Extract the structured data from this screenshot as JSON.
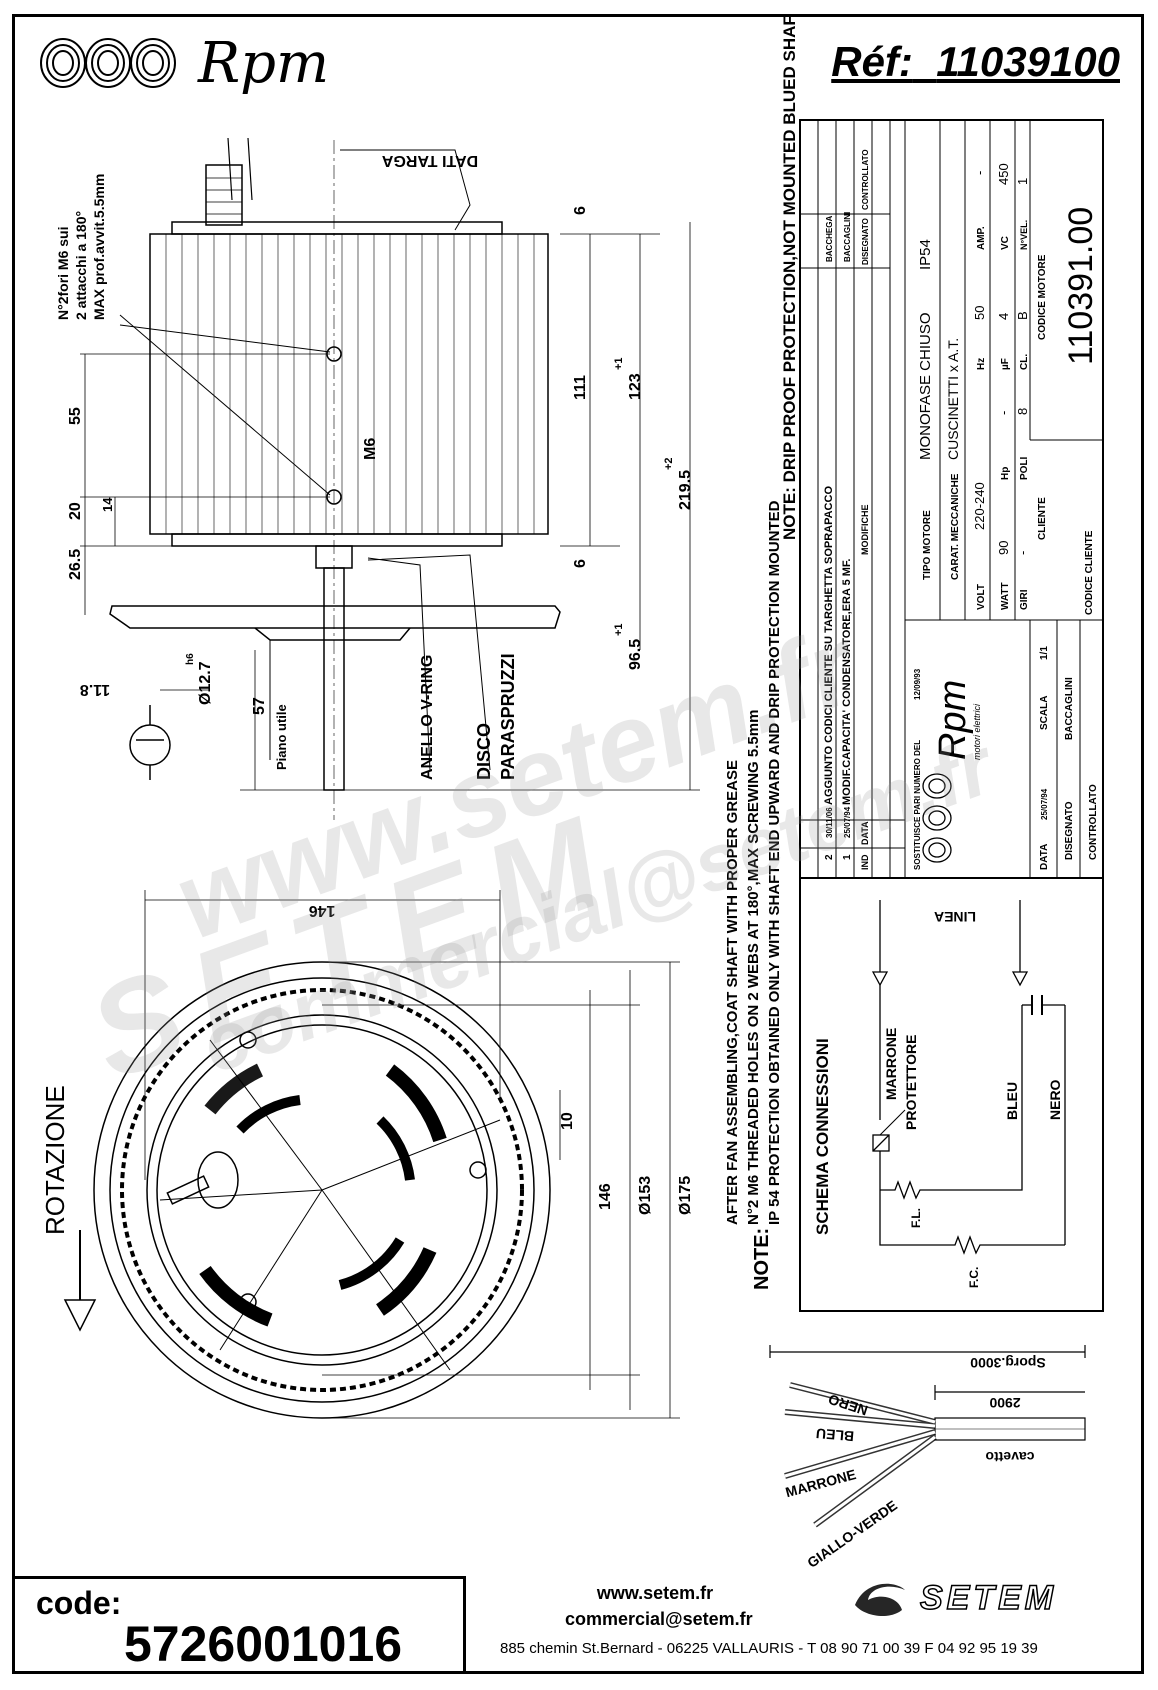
{
  "header": {
    "brand": "Rpm",
    "ref_label": "Réf:",
    "ref_value": "11039100"
  },
  "side_view": {
    "dati_targa": "DATI TARGA",
    "holes_note": [
      "N°2fori M6 sui",
      "2 attacchi a 180°",
      "MAX prof.avvit.5.5mm"
    ],
    "dims": {
      "d6_top": "6",
      "d111": "111",
      "d123": "123",
      "d123_tol": "+1",
      "d2195": "219.5",
      "d2195_tol": "+2",
      "d55": "55",
      "d20": "20",
      "d14": "14",
      "d265": "26.5",
      "d6_bot": "6",
      "m6": "M6",
      "d965": "96.5",
      "d965_tol": "+1",
      "d57": "57",
      "d118": "11.8",
      "d127": "Ø12.7",
      "h6": "h6"
    },
    "labels": {
      "piano_utile": "Piano utile",
      "anello": "ANELLO V-RING",
      "disco": "DISCO",
      "paraspruzzi": "PARASPRUZZI"
    }
  },
  "front_view": {
    "rotazione": "ROTAZIONE",
    "dims": {
      "d146_top": "146",
      "d10": "10",
      "d146": "146",
      "d153": "Ø153",
      "d175": "Ø175"
    }
  },
  "notes": {
    "note_label": "NOTE:",
    "lines": [
      "AFTER FAN ASSEMBLING,COAT SHAFT WITH PROPER GREASE",
      "N°2 M6 THREADED HOLES ON 2 WEBS AT 180°,MAX SCREWING 5.5mm",
      "IP 54 PROTECTION OBTAINED ONLY WITH SHAFT END UPWARD AND DRIP PROTECTION MOUNTED"
    ],
    "top_note": "NOTE:  DRIP PROOF PROTECTION,NOT MOUNTED     BLUED SHAF"
  },
  "title_block": {
    "mods": [
      {
        "ind": "2",
        "data": "30/11/06",
        "desc": "AGGIUNTO CODICI CLIENTE SU TARGHETTA SOPRAPACCO",
        "dis": "BACCHEGA"
      },
      {
        "ind": "1",
        "data": "25/07/94",
        "desc": "MODIF.CAPACITA' CONDENSATORE,ERA 5 MF.",
        "dis": "BACCAGLINI"
      }
    ],
    "headers": {
      "ind": "IND",
      "data": "DATA",
      "modifiche": "MODIFICHE",
      "disegnato": "DISEGNATO",
      "controllato": "CONTROLLATO"
    },
    "tipo_motore_label": "TIPO MOTORE",
    "tipo_motore": "MONOFASE CHIUSO",
    "ip": "IP54",
    "carat_label": "CARAT. MECCANICHE",
    "carat": "CUSCINETTI x A.T.",
    "row_volt": {
      "l1": "VOLT",
      "v1": "220-240",
      "l2": "Hz",
      "v2": "50",
      "l3": "AMP.",
      "v3": "-"
    },
    "row_watt": {
      "l1": "WATT",
      "v1": "90",
      "l2": "Hp",
      "v2": "-",
      "l3": "µF",
      "v3": "4",
      "l4": "VC",
      "v4": "450"
    },
    "row_giri": {
      "l1": "GIRI",
      "v1": "-",
      "l2": "POLI",
      "v2": "8",
      "l3": "CL.",
      "v3": "B",
      "l4": "N°VEL.",
      "v4": "1"
    },
    "cliente": "CLIENTE",
    "codice_cliente": "CODICE CLIENTE",
    "codice_motore_label": "CODICE MOTORE",
    "codice_motore": "110391.00",
    "sostituisce": "SOSTITUISCE PARI NUMERO DEL",
    "sost_date": "12/09/93",
    "data_label": "DATA",
    "data_val": "25/07/94",
    "scala_label": "SCALA",
    "scala_val": "1/1",
    "disegnato_label": "DISEGNATO",
    "disegnato_val": "BACCAGLINI",
    "controllato_label": "CONTROLLATO",
    "logo_text": "Rpm",
    "logo_sub": "motori elettrici"
  },
  "schema": {
    "title": "SCHEMA CONNESSIONI",
    "linea": "LINEA",
    "marrone": "MARRONE",
    "protettore": "PROTETTORE",
    "bleu": "BLEU",
    "nero": "NERO",
    "fl": "F.L.",
    "fc": "F.C."
  },
  "cable": {
    "sporg": "Sporg.3000",
    "d2900": "2900",
    "cavetto": "cavetto",
    "nero": "NERO",
    "bleu": "BLEU",
    "marrone": "MARRONE",
    "giallo_verde": "GIALLO-VERDE"
  },
  "footer": {
    "code_label": "code:",
    "code_value": "5726001016",
    "web": "www.setem.fr",
    "email": "commercial@setem.fr",
    "address": "885 chemin St.Bernard  -  06225 VALLAURIS  -  T 08 90 71 00 39   F 04 92 95 19 39",
    "setem": "SETEM"
  },
  "watermark": {
    "w1": "www.setem.fr",
    "w2": "SETEM",
    "w3": "commercial@setem.fr"
  }
}
